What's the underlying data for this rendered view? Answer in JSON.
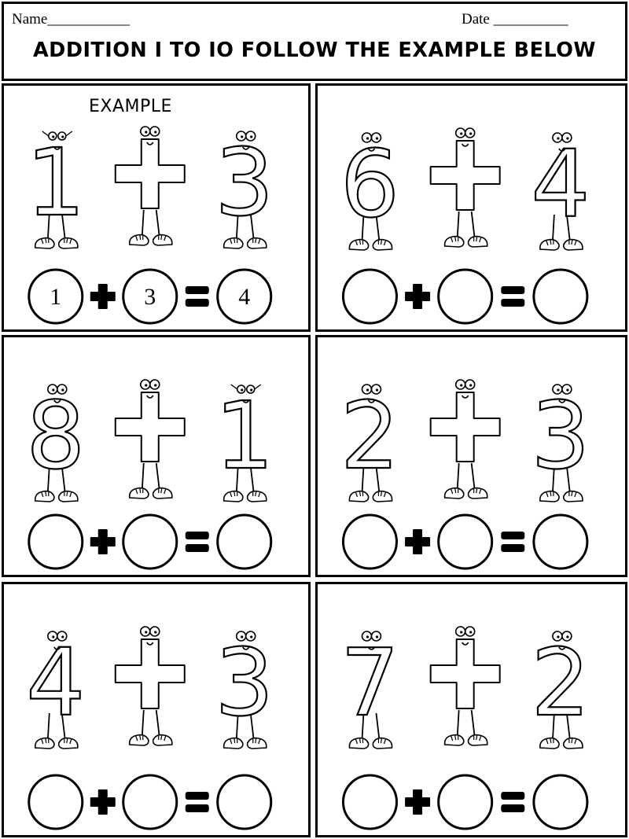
{
  "header": {
    "name_label": "Name___________",
    "date_label": "Date __________",
    "title": "ADDITION I TO IO FOLLOW THE EXAMPLE BELOW"
  },
  "panels": [
    {
      "id": "example",
      "label": "EXAMPLE",
      "characters": [
        "1",
        "+",
        "3"
      ],
      "circles": [
        "1",
        "3",
        "4"
      ]
    },
    {
      "id": "problem-1",
      "characters": [
        "6",
        "+",
        "4"
      ],
      "circles": [
        "",
        "",
        ""
      ]
    },
    {
      "id": "problem-2",
      "characters": [
        "8",
        "+",
        "1"
      ],
      "circles": [
        "",
        "",
        ""
      ]
    },
    {
      "id": "problem-3",
      "characters": [
        "2",
        "+",
        "3"
      ],
      "circles": [
        "",
        "",
        ""
      ]
    },
    {
      "id": "problem-4",
      "characters": [
        "4",
        "+",
        "3"
      ],
      "circles": [
        "",
        "",
        ""
      ]
    },
    {
      "id": "problem-5",
      "characters": [
        "7",
        "+",
        "2"
      ],
      "circles": [
        "",
        "",
        ""
      ]
    }
  ]
}
